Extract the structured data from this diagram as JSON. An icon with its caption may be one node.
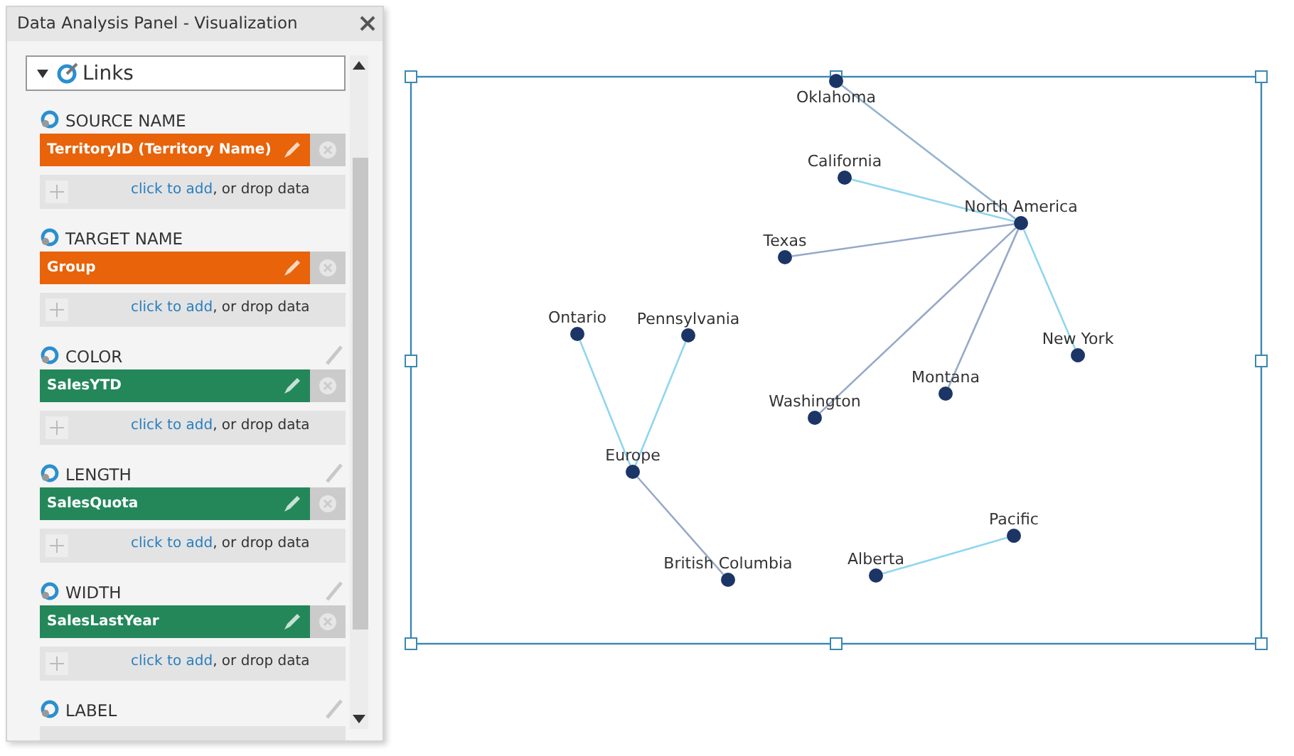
{
  "diagram": {
    "nodes": [
      {
        "text": [
          "Data Analysis Panel - Visualization"
        ]
      },
      {
        "text": [
          "Links"
        ],
        "in": 0
      },
      {
        "text": [
          "TerritoryID (Territory Name)"
        ],
        "in": 0
      },
      {
        "text": [
          "click to add",
          ", or drop data"
        ],
        "in": 0
      },
      {
        "text": [
          "Group"
        ],
        "in": 0
      },
      {
        "text": [
          "click to add",
          ", or drop data"
        ],
        "in": 0
      },
      {
        "text": [
          "SalesYTD"
        ],
        "in": 0
      },
      {
        "text": [
          "click to add",
          ", or drop data"
        ],
        "in": 0
      },
      {
        "text": [
          "SalesQuota"
        ],
        "in": 0
      },
      {
        "text": [
          "click to add",
          ", or drop data"
        ],
        "in": 0
      },
      {
        "text": [
          "SalesLastYear"
        ],
        "in": 0
      },
      {
        "text": [
          "click to add",
          ", or drop data"
        ],
        "in": 0
      },
      {
        "text": [
          "Oklahoma"
        ]
      },
      {
        "text": [
          "California"
        ]
      },
      {
        "text": [
          "North America"
        ]
      },
      {
        "text": [
          "Texas"
        ]
      },
      {
        "text": [
          "Ontario"
        ]
      },
      {
        "text": [
          "Pennsylvania"
        ]
      },
      {
        "text": [
          "New York"
        ]
      },
      {
        "text": [
          "Montana"
        ]
      },
      {
        "text": [
          "Washington"
        ]
      },
      {
        "text": [
          "Europe"
        ]
      },
      {
        "text": [
          "Pacific"
        ]
      },
      {
        "text": [
          "Alberta"
        ]
      },
      {
        "text": [
          "British Columbia"
        ]
      }
    ],
    "edges": [
      {
        "from": 12,
        "to": 14,
        "arrow": "none",
        "color": "#94b4cf"
      },
      {
        "from": 13,
        "to": 14,
        "arrow": "none",
        "color": "#8fd6f0"
      },
      {
        "from": 15,
        "to": 14,
        "arrow": "none",
        "color": "#97a9c8"
      },
      {
        "from": 20,
        "to": 14,
        "arrow": "none",
        "color": "#97a9c8"
      },
      {
        "from": 19,
        "to": 14,
        "arrow": "none",
        "color": "#97a9c8"
      },
      {
        "from": 18,
        "to": 14,
        "arrow": "none",
        "color": "#8fd6f0"
      },
      {
        "from": 16,
        "to": 21,
        "arrow": "none",
        "color": "#8fd6f0"
      },
      {
        "from": 17,
        "to": 21,
        "arrow": "none",
        "color": "#8fd6f0"
      },
      {
        "from": 24,
        "to": 21,
        "arrow": "none",
        "color": "#97a9c8"
      },
      {
        "from": 23,
        "to": 22,
        "arrow": "none",
        "color": "#8fd6f0"
      }
    ],
    "labels": [
      "SOURCE NAME",
      "TARGET NAME",
      "COLOR",
      "LENGTH",
      "WIDTH",
      "LABEL"
    ]
  }
}
